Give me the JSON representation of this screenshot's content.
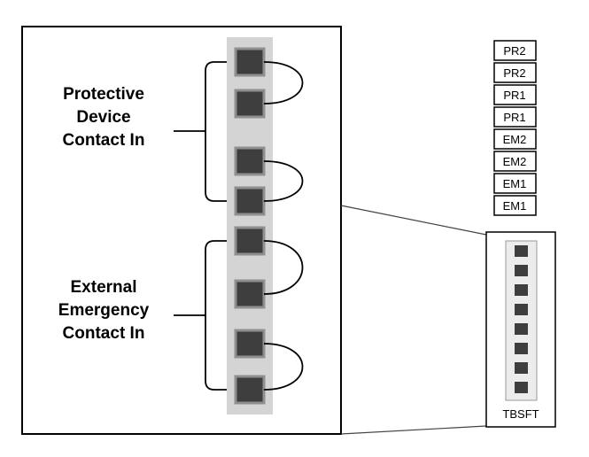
{
  "diagram": {
    "left_panel": {
      "protective_label": {
        "line1": "Protective",
        "line2": "Device",
        "line3": "Contact In"
      },
      "external_label": {
        "line1": "External",
        "line2": "Emergency",
        "line3": "Contact In"
      }
    },
    "right_panel": {
      "terminal_labels": [
        "PR2",
        "PR2",
        "PR1",
        "PR1",
        "EM2",
        "EM2",
        "EM1",
        "EM1"
      ],
      "block_label": "TBSFT"
    },
    "colors": {
      "strip": "#d4d4d4",
      "pin_fill": "#3e3e3e",
      "pin_border": "#8f8f8f",
      "small_strip": "#ececec",
      "outline": "#000000"
    }
  }
}
